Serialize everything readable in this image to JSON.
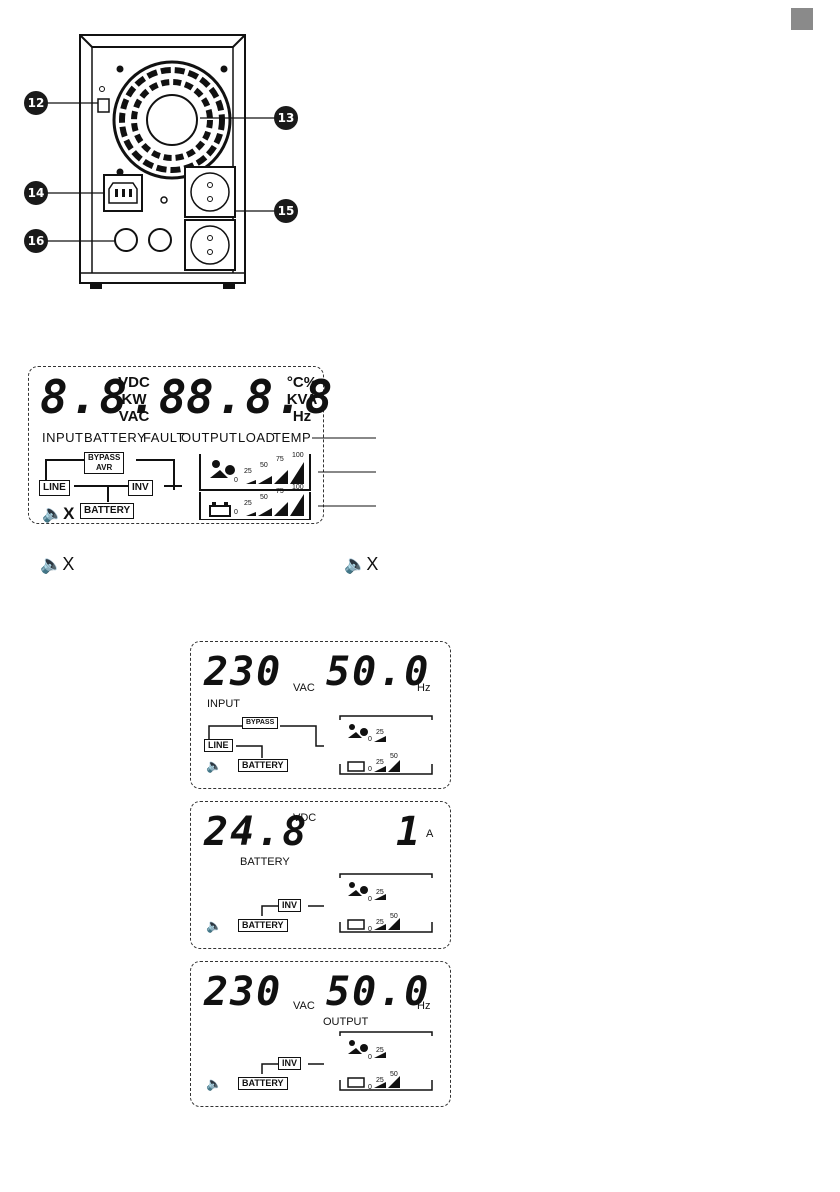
{
  "callouts": [
    "12",
    "13",
    "14",
    "15",
    "16"
  ],
  "main_lcd": {
    "left_digits": "8.8.8",
    "left_units": [
      "VDC",
      "KW",
      "VAC"
    ],
    "right_digits": "8.8.8",
    "right_units": [
      "°C%",
      "KVA",
      "Hz"
    ],
    "labels": [
      "INPUT",
      "BATTERY",
      "FAULT",
      "OUTPUT",
      "LOAD",
      "TEMP"
    ],
    "bypass_label": "BYPASS",
    "avr_label": "AVR",
    "line_label": "LINE",
    "inv_label": "INV",
    "battery_label": "BATTERY",
    "scale_ticks": [
      "0",
      "25",
      "50",
      "75",
      "100"
    ]
  },
  "mute_symbol": "X",
  "screens": [
    {
      "value1": "230",
      "unit1": "VAC",
      "value2": "50.0",
      "unit2": "Hz",
      "label": "INPUT",
      "top_box": "BYPASS",
      "line_box": "LINE",
      "battery_box": "BATTERY",
      "load_ticks": [
        "0",
        "25"
      ],
      "batt_ticks": [
        "0",
        "25",
        "50"
      ]
    },
    {
      "value1": "24.8",
      "unit1": "VDC",
      "value2": "1",
      "unit2": "A",
      "label": "BATTERY",
      "inv_box": "INV",
      "battery_box": "BATTERY",
      "load_ticks": [
        "0",
        "25"
      ],
      "batt_ticks": [
        "0",
        "25",
        "50"
      ]
    },
    {
      "value1": "230",
      "unit1": "VAC",
      "value2": "50.0",
      "unit2": "Hz",
      "label": "OUTPUT",
      "inv_box": "INV",
      "battery_box": "BATTERY",
      "load_ticks": [
        "0",
        "25"
      ],
      "batt_ticks": [
        "0",
        "25",
        "50"
      ]
    }
  ]
}
